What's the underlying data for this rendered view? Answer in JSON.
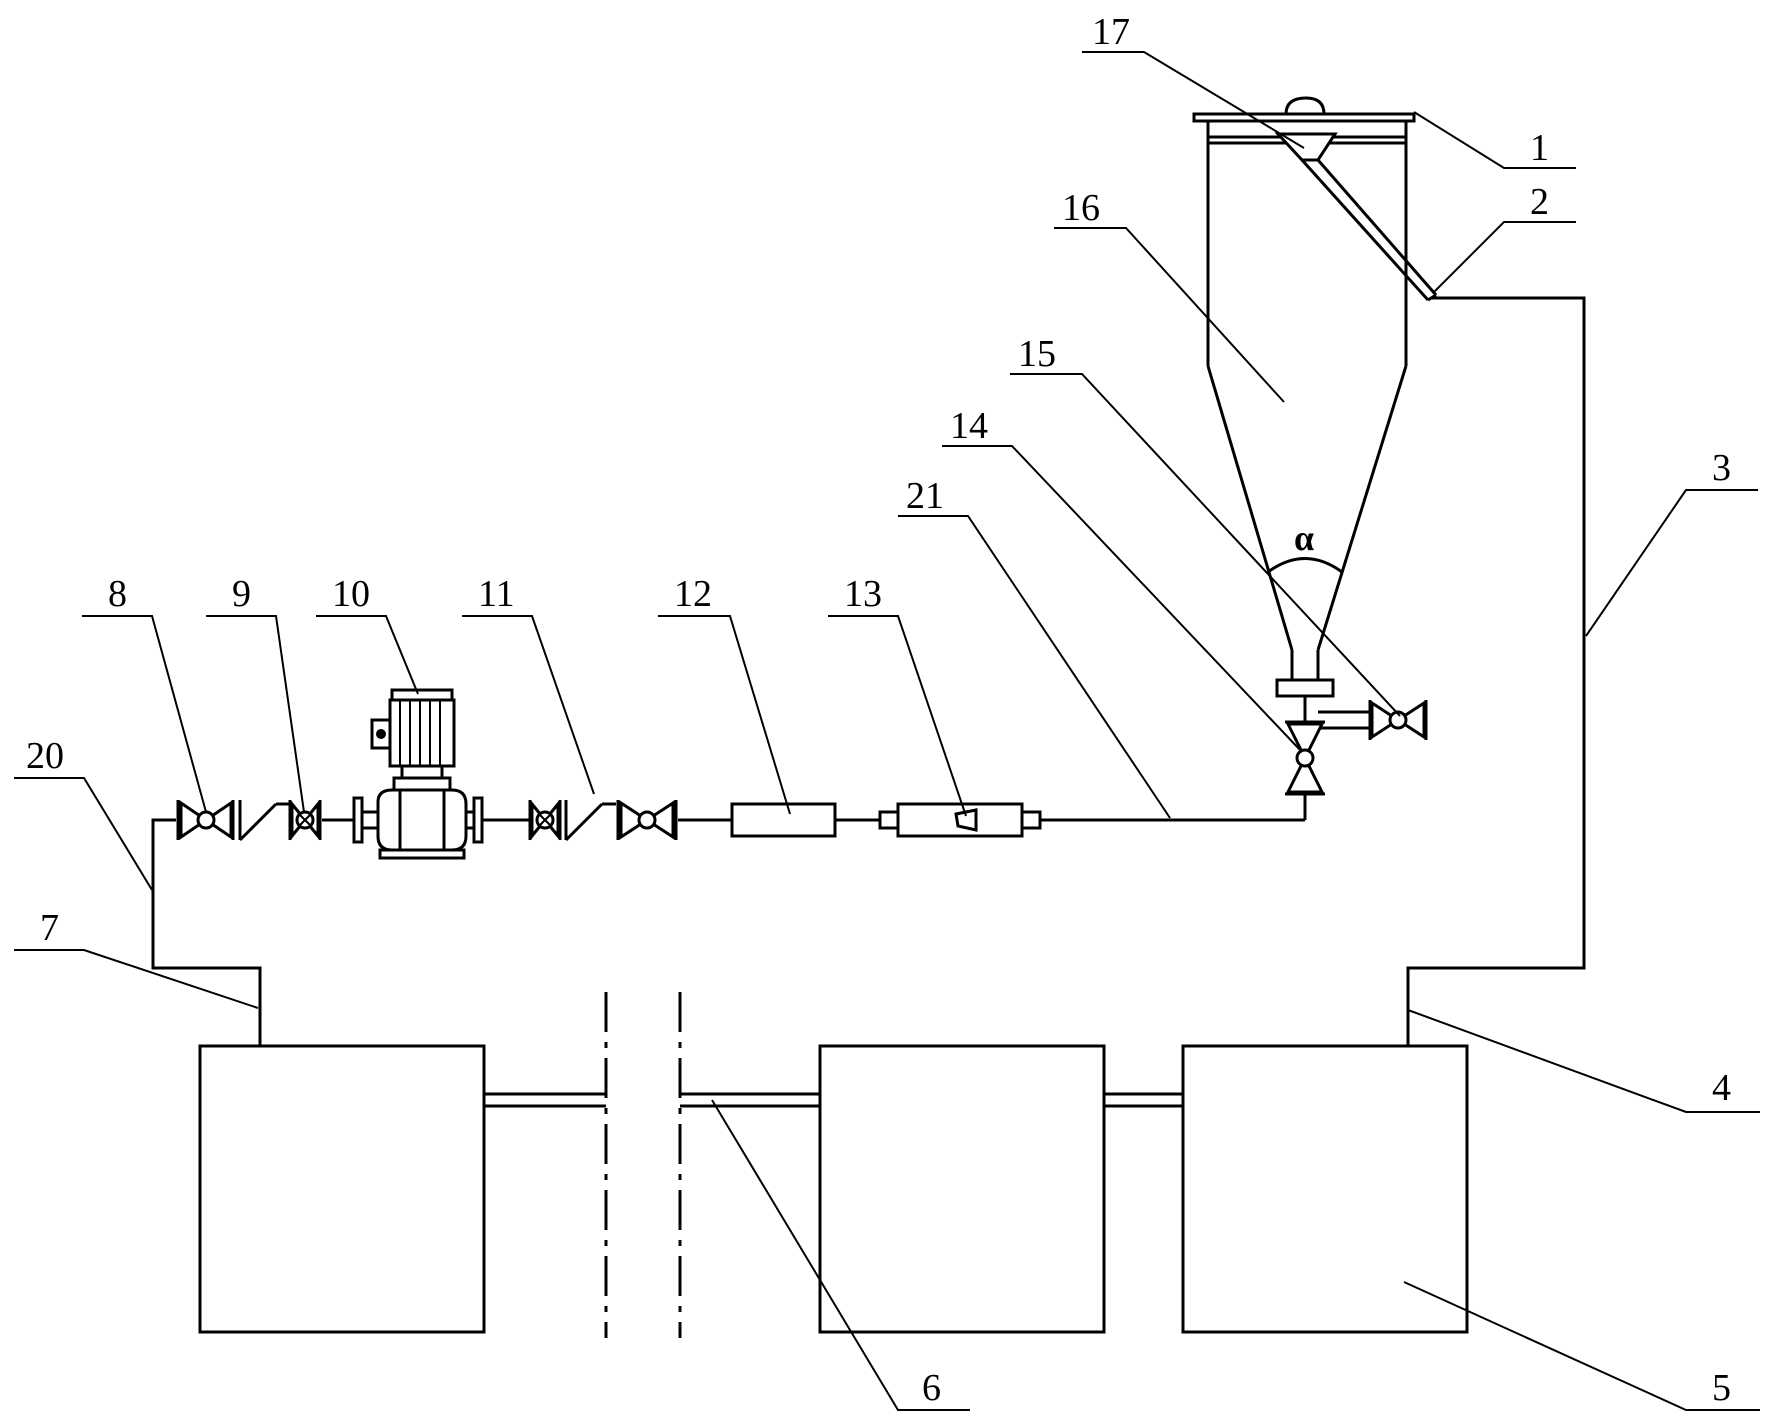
{
  "diagram": {
    "labels": {
      "l1": "1",
      "l2": "2",
      "l3": "3",
      "l4": "4",
      "l5": "5",
      "l6": "6",
      "l7": "7",
      "l8": "8",
      "l9": "9",
      "l10": "10",
      "l11": "11",
      "l12": "12",
      "l13": "13",
      "l14": "14",
      "l15": "15",
      "l16": "16",
      "l17": "17",
      "l20": "20",
      "l21": "21"
    },
    "angle_symbol": "α"
  }
}
